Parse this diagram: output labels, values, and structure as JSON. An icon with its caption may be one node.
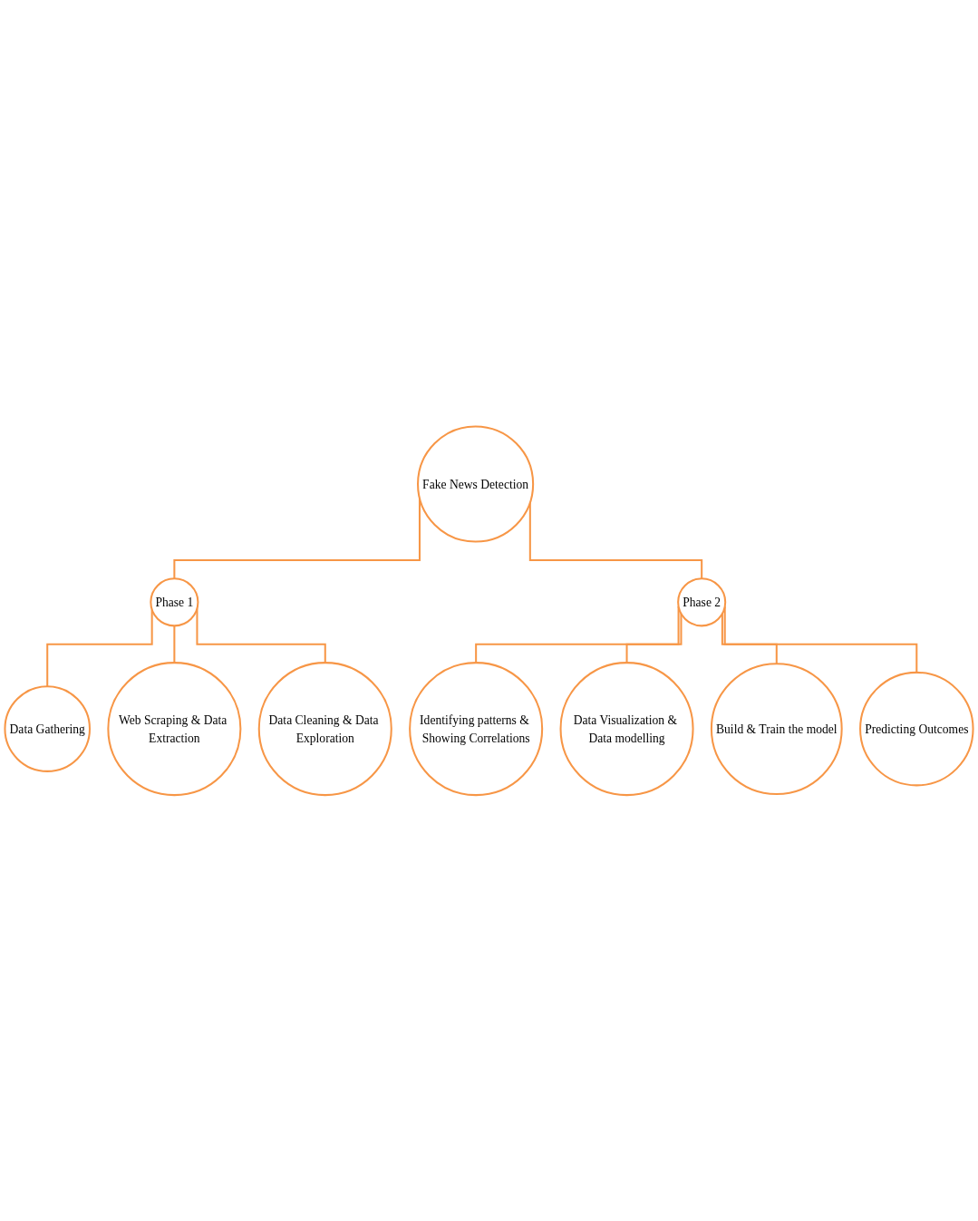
{
  "diagram": {
    "nodes": [
      {
        "text": [
          "Fake News Detection"
        ]
      },
      {
        "text": [
          "Phase 1"
        ]
      },
      {
        "text": [
          "Phase 2"
        ]
      },
      {
        "text": [
          "Data Gathering"
        ]
      },
      {
        "text": [
          "Web Scraping & Data Extraction"
        ]
      },
      {
        "text": [
          "Data Cleaning & Data Exploration"
        ]
      },
      {
        "text": [
          "Identifying patterns & Showing Correlations"
        ]
      },
      {
        "text": [
          "Data Visualization & Data modelling"
        ]
      },
      {
        "text": [
          "Build & Train the model"
        ]
      },
      {
        "text": [
          "Predicting Outcomes"
        ]
      }
    ],
    "edges": [
      {
        "from": 0,
        "to": 1,
        "arrow": "none"
      },
      {
        "from": 0,
        "to": 2,
        "arrow": "none"
      },
      {
        "from": 1,
        "to": 3,
        "arrow": "none"
      },
      {
        "from": 1,
        "to": 4,
        "arrow": "none"
      },
      {
        "from": 1,
        "to": 5,
        "arrow": "none"
      },
      {
        "from": 2,
        "to": 6,
        "arrow": "none"
      },
      {
        "from": 2,
        "to": 7,
        "arrow": "none"
      },
      {
        "from": 2,
        "to": 8,
        "arrow": "none"
      },
      {
        "from": 2,
        "to": 9,
        "arrow": "none"
      }
    ]
  }
}
